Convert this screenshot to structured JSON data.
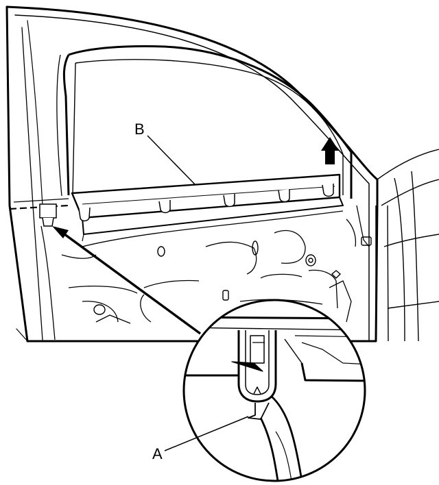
{
  "figure": {
    "callouts": [
      {
        "id": "A",
        "text": "A"
      },
      {
        "id": "B",
        "text": "B"
      }
    ]
  }
}
